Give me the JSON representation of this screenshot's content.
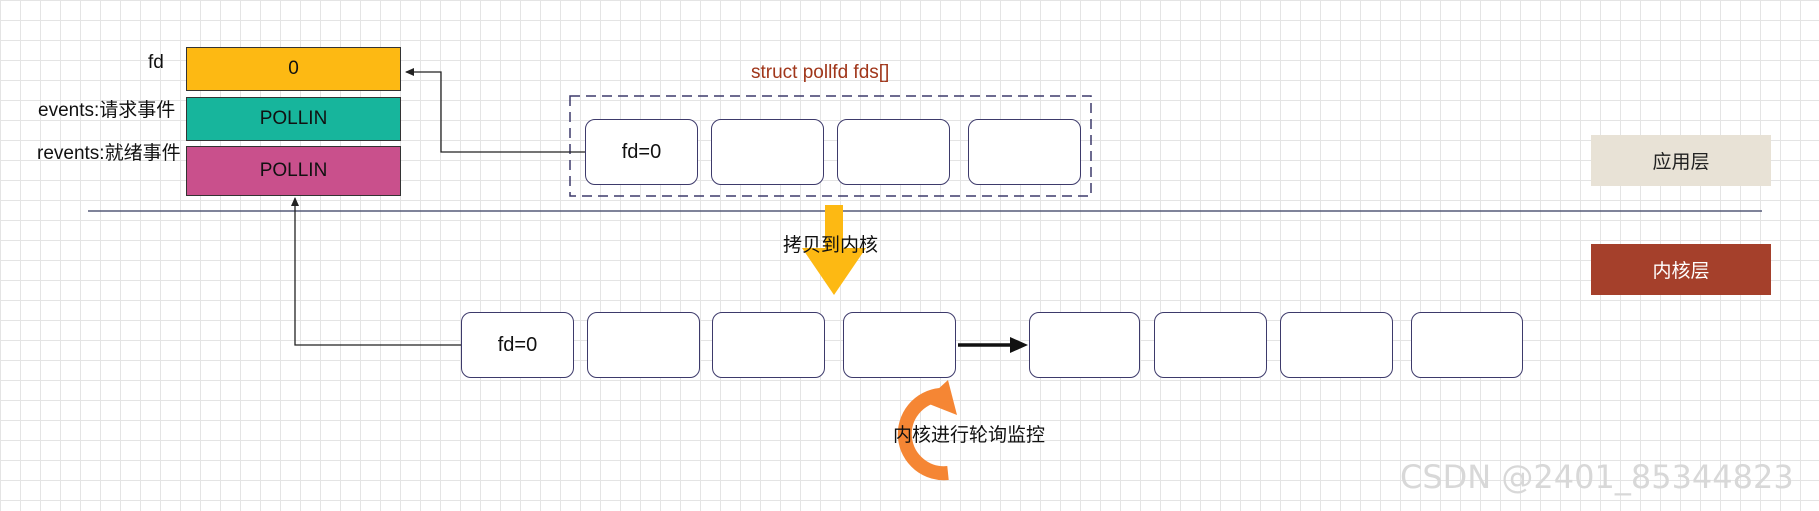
{
  "struct_table": {
    "row_labels": [
      "fd",
      "events:请求事件",
      "revents:就绪事件"
    ],
    "row_values": [
      "0",
      "POLLIN",
      "POLLIN"
    ],
    "row_colors": [
      "#fdb913",
      "#17b59c",
      "#c9508c"
    ]
  },
  "fds_array": {
    "title": "struct pollfd fds[]",
    "title_color": "#a0361a",
    "cells": [
      "fd=0",
      "",
      "",
      ""
    ]
  },
  "copy_label": "拷贝到内核",
  "copy_arrow_color": "#fdb913",
  "kernel_array": {
    "cells_left": [
      "fd=0",
      "",
      "",
      ""
    ],
    "cells_right": [
      "",
      "",
      "",
      ""
    ]
  },
  "poll_label": "内核进行轮询监控",
  "poll_arrow_color": "#f58634",
  "layers": {
    "app_label": "应用层",
    "app_color": "#e8e2d6",
    "kernel_label": "内核层",
    "kernel_color": "#a5402b"
  },
  "watermark": "CSDN @2401_85344823"
}
